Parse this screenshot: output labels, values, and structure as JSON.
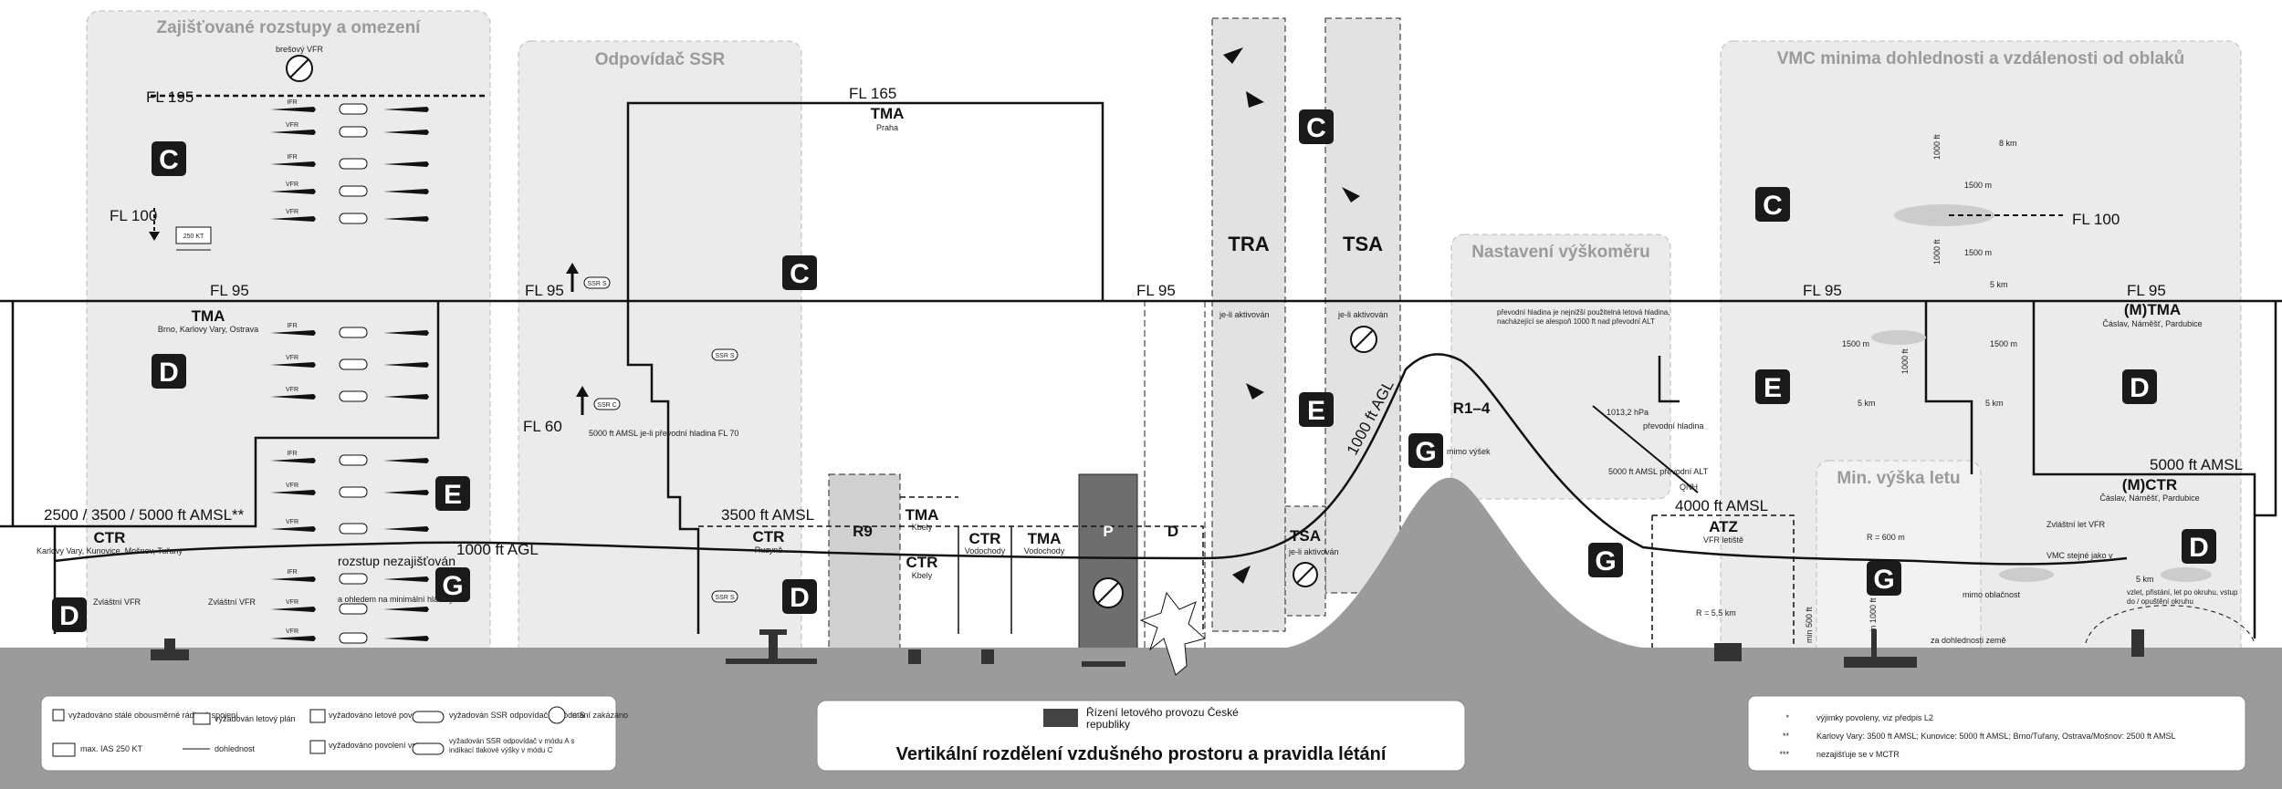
{
  "panels": {
    "restrictions": "Zajišťované rozstupy a omezení",
    "ssr": "Odpovídač SSR",
    "altimeter": "Nastavení výškoměru",
    "vmc": "VMC minima dohlednosti a vzdálenosti od oblaků",
    "min_height": "Min. výška letu"
  },
  "classes": {
    "c": "C",
    "d": "D",
    "e": "E",
    "g": "G"
  },
  "levels": {
    "fl195": "FL 195",
    "fl100": "FL 100",
    "fl95": "FL 95",
    "fl165": "FL 165",
    "fl60": "FL 60",
    "amsl_ctr": "2500 / 3500 / 5000 ft AMSL**",
    "amsl_3500": "3500 ft AMSL",
    "agl_1000": "1000 ft AGL",
    "agl_1000_b": "1000 ft AGL",
    "amsl_4000": "4000 ft AMSL",
    "amsl_5000": "5000 ft AMSL",
    "ias": "250 KT"
  },
  "areas": {
    "tma_left": "TMA",
    "tma_left_sub": "Brno, Karlovy Vary, Ostrava",
    "tma_praha": "TMA",
    "tma_praha_sub": "Praha",
    "ctr_left": "CTR",
    "ctr_left_sub": "Karlovy Vary, Kunovice, Mošnov, Tuřany",
    "ctr_ruzyne": "CTR",
    "ctr_ruzyne_sub": "Ruzyně",
    "r9": "R9",
    "tma_kbely": "TMA",
    "tma_kbely_sub": "Kbely",
    "ctr_kbely": "CTR",
    "ctr_kbely_sub": "Kbely",
    "ctr_vodochody": "CTR",
    "ctr_vodochody_sub": "Vodochody",
    "tma_vodochody": "TMA",
    "tma_vodochody_sub": "Vodochody",
    "p": "P",
    "d": "D",
    "tra": "TRA",
    "tsa": "TSA",
    "tsa_small": "TSA",
    "r14": "R1–4",
    "atz": "ATZ",
    "atz_sub": "VFR letiště",
    "mtma": "(M)TMA",
    "mtma_sub": "Čáslav, Náměšť, Pardubice",
    "mctr": "(M)CTR",
    "mctr_sub": "Čáslav, Náměšť, Pardubice"
  },
  "labels": {
    "vfr_forbidden": "brešový VFR",
    "ifr": "IFR",
    "vfr": "VFR",
    "od": "od",
    "separation_not_provided": "rozstup nezajišťován",
    "min_level_note": "a ohledem na minimální hladiny",
    "special_vfr": "Zvláštní VFR",
    "ssr_5000": "5000 ft AMSL je-li převodní hladina FL 70",
    "tsa_note": "je-li aktivován",
    "tra_note": "je-li aktivován",
    "outside_ctr": "mimo výšek",
    "transition": "převodní hladina je nejnižší použitelná letová hladina, nacházející se alespoň 1000 ft nad převodní ALT",
    "qnh_1013": "1013,2 hPa",
    "transition_level": "převodní hladina",
    "transition_alt": "5000 ft AMSL převodní ALT",
    "qnh": "QNH",
    "qnh_note": "5000 ft AMSL převodní ALT",
    "r_55": "R = 5,5 km",
    "r_600": "R = 600 m",
    "min_1000": "min 1000 ft",
    "min_500": "min 500 ft",
    "m_1500": "1500 m",
    "m_1500b": "1500 m",
    "m_1500c": "1500 m",
    "m_1500d": "1500 m",
    "km_8": "8 km",
    "km_5": "5 km",
    "km_5b": "5 km",
    "km_5c": "5 km",
    "km_5d": "5 km",
    "ft_1000": "1000 ft",
    "ft_1000b": "1000 ft",
    "ft_1000c": "1000 ft",
    "cloud_clear": "mimo oblačnost",
    "ground_visible": "za dohlednosti země",
    "spec_vfr_mctr": "Zvláštní let VFR",
    "vmc_as": "VMC stejné jako v",
    "takeoff_note": "vzlet, přistání, let po okruhu, vstup do / opuštění okruhu"
  },
  "legend": {
    "l1": "vyžadováno stálé obousměrné rádiové spojení",
    "l2": "vyžadován letový plán",
    "l3": "vyžadováno letové povolení",
    "l4": "vyžadován SSR odpovídač v módu S",
    "l5": "létání zakázáno",
    "l6": "max. IAS 250 KT",
    "l7": "dohlednost",
    "l8": "vyžadováno povolení vstupu",
    "l9": "vyžadován SSR odpovídač v módu A s indikací tlakové výšky v módu C",
    "atc_service": "Řízení letového provozu České republiky",
    "title": "Vertikální rozdělení vzdušného prostoru a pravidla létání",
    "n1_key": "*",
    "n1": "výjimky povoleny, viz předpis L2",
    "n2_key": "**",
    "n2": "Karlovy Vary: 3500 ft AMSL; Kunovice: 5000 ft AMSL; Brno/Tuřany, Ostrava/Mošnov: 2500 ft AMSL",
    "n3_key": "***",
    "n3": "nezajišťuje se v MCTR"
  },
  "colors": {
    "ground": "#9b9b9b",
    "panel": "#ebebeb",
    "badge": "#1a1a1a",
    "line": "#111111"
  }
}
